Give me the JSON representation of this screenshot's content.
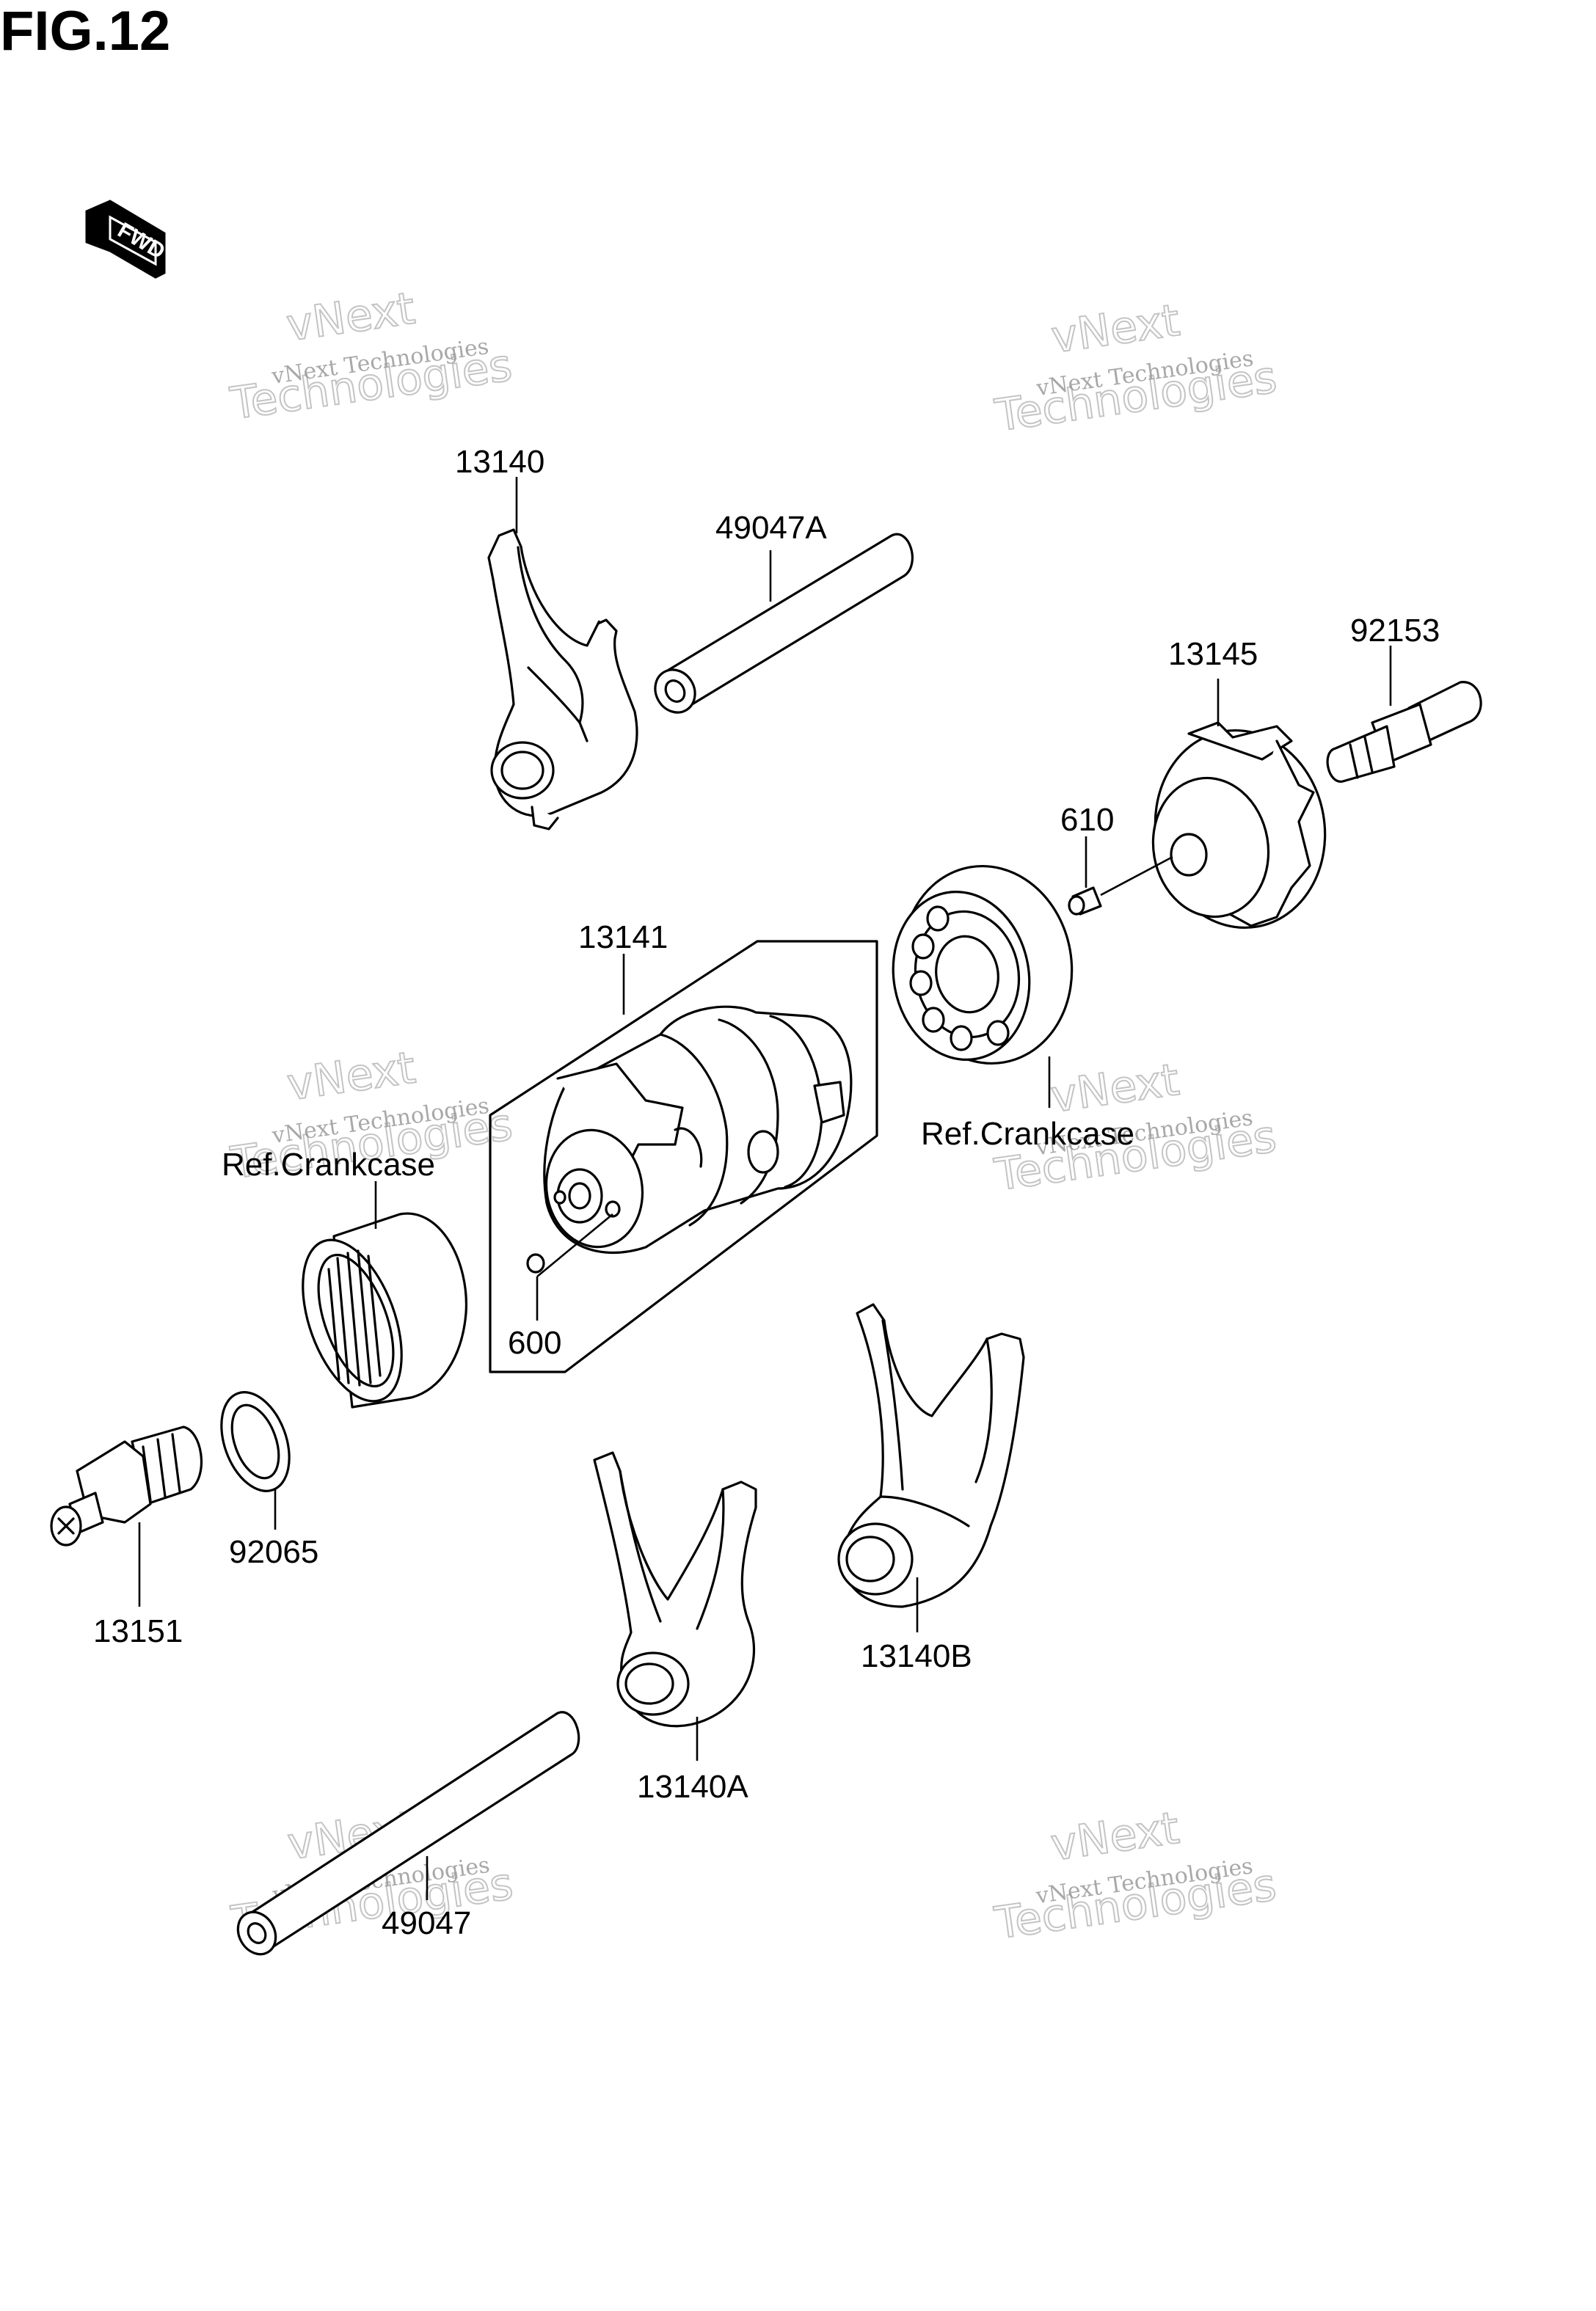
{
  "figure_title": "FIG.12",
  "fwd_label": "FWD",
  "watermark": {
    "line_small": "vNext Technologies",
    "line_big_1": "vNext",
    "line_big_2": "Technologies"
  },
  "parts": [
    {
      "id": "13140",
      "label": "13140",
      "name": "shift-fork-13140"
    },
    {
      "id": "49047A",
      "label": "49047A",
      "name": "shift-rod-49047a"
    },
    {
      "id": "13145",
      "label": "13145",
      "name": "shift-drum-cam-13145"
    },
    {
      "id": "92153",
      "label": "92153",
      "name": "bolt-92153"
    },
    {
      "id": "610",
      "label": "610",
      "name": "pin-610"
    },
    {
      "id": "13141",
      "label": "13141",
      "name": "shift-drum-13141"
    },
    {
      "id": "600",
      "label": "600",
      "name": "ball-600"
    },
    {
      "id": "13140B",
      "label": "13140B",
      "name": "shift-fork-13140b"
    },
    {
      "id": "13140A",
      "label": "13140A",
      "name": "shift-fork-13140a"
    },
    {
      "id": "49047",
      "label": "49047",
      "name": "shift-rod-49047"
    },
    {
      "id": "92065",
      "label": "92065",
      "name": "washer-92065"
    },
    {
      "id": "13151",
      "label": "13151",
      "name": "neutral-switch-13151"
    }
  ],
  "references": {
    "crankcase_left": "Ref.Crankcase",
    "crankcase_right": "Ref.Crankcase"
  }
}
